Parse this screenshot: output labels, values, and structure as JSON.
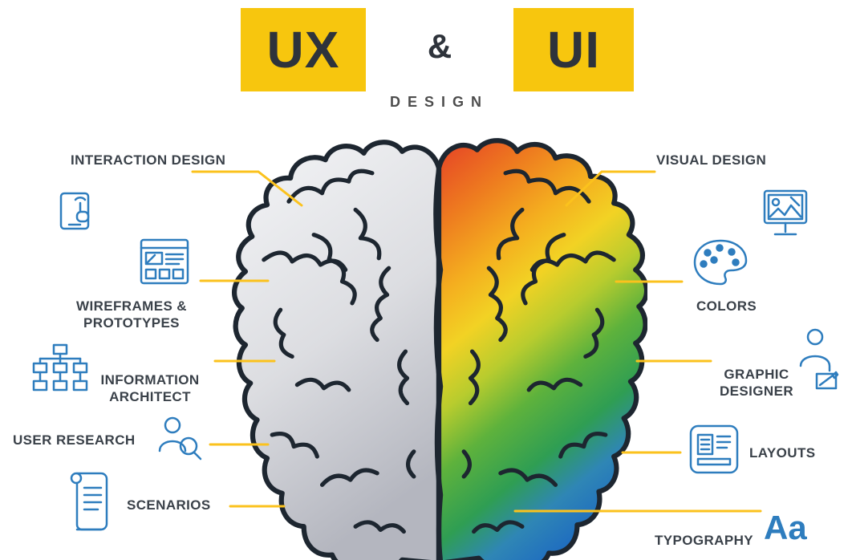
{
  "title": {
    "ux": "UX",
    "amp": "&",
    "ui": "UI",
    "design": "DESIGN"
  },
  "left_labels": [
    {
      "label": "INTERACTION DESIGN",
      "icon": "tablet-touch-icon"
    },
    {
      "label": "WIREFRAMES & PROTOTYPES",
      "icon": "wireframe-browser-icon"
    },
    {
      "label": "INFORMATION ARCHITECT",
      "icon": "sitemap-icon"
    },
    {
      "label": "USER RESEARCH",
      "icon": "person-magnifier-icon"
    },
    {
      "label": "SCENARIOS",
      "icon": "scroll-icon"
    }
  ],
  "right_labels": [
    {
      "label": "VISUAL DESIGN",
      "icon": "design-monitor-icon"
    },
    {
      "label": "COLORS",
      "icon": "paint-palette-icon"
    },
    {
      "label": "GRAPHIC DESIGNER",
      "icon": "designer-person-icon"
    },
    {
      "label": "LAYOUTS",
      "icon": "layout-grid-icon"
    },
    {
      "label": "TYPOGRAPHY",
      "icon": "typography-sample",
      "sample": "Aa"
    }
  ],
  "brain": {
    "left_hemisphere": "ux-gray-hemisphere",
    "right_hemisphere": "ui-rainbow-hemisphere"
  },
  "colors": {
    "accent_yellow": "#F7C60E",
    "connector_yellow": "#FBC21D",
    "icon_blue": "#2E7DBE",
    "text_dark": "#3A4149",
    "outline_dark": "#1D2630",
    "rainbow": [
      "#E74C25",
      "#F4AE1F",
      "#F2D224",
      "#5EB23C",
      "#2F9E53",
      "#1F6DC0"
    ],
    "gray_hemisphere": [
      "#F4F5F7",
      "#B7B9C1"
    ]
  }
}
